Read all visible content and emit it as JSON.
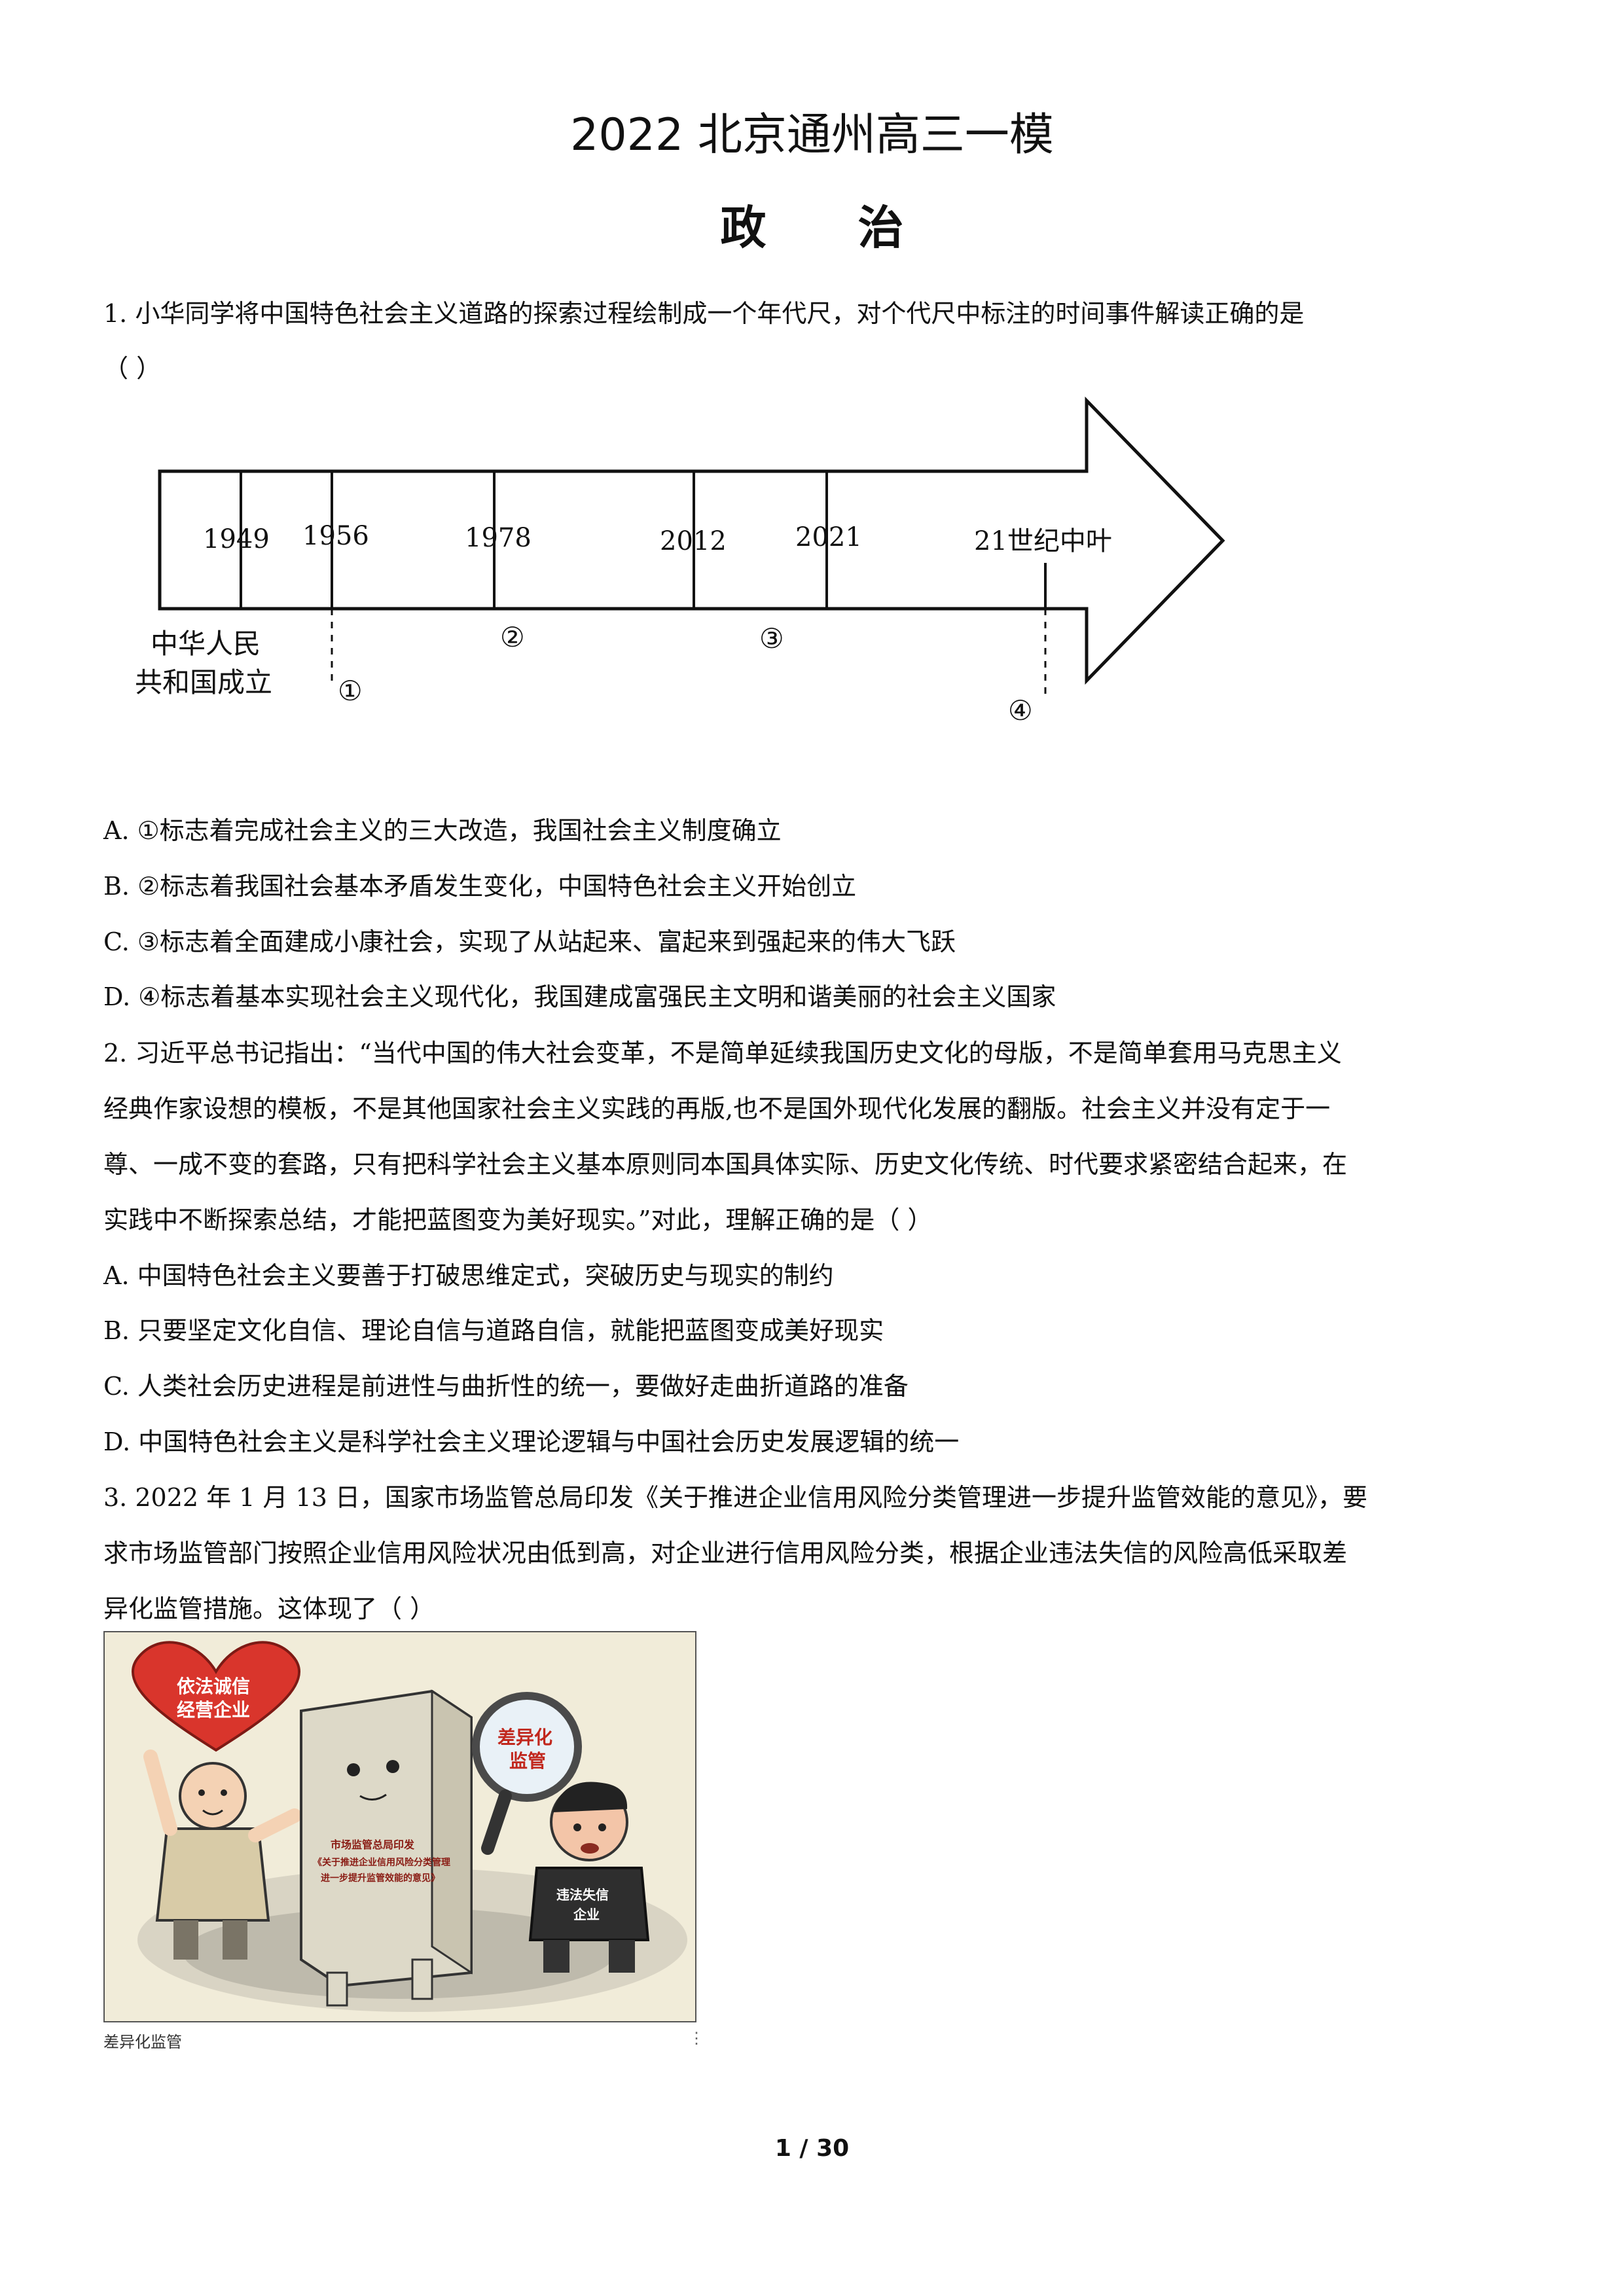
{
  "header": {
    "title": "2022 北京通州高三一模",
    "subject_a": "政",
    "subject_b": "治"
  },
  "q1": {
    "stem_line1": "1. 小华同学将中国特色社会主义道路的探索过程绘制成一个年代尺，对个代尺中标注的时间事件解读正确的是",
    "stem_line2": "（    ）",
    "timeline": {
      "years": [
        "1949",
        "1956",
        "1978",
        "2012",
        "2021",
        "21世纪中叶"
      ],
      "founding_label_line1": "中华人民",
      "founding_label_line2": "共和国成立",
      "markers": [
        "①",
        "②",
        "③",
        "④"
      ]
    },
    "options": [
      "A. ①标志着完成社会主义的三大改造，我国社会主义制度确立",
      "B. ②标志着我国社会基本矛盾发生变化，中国特色社会主义开始创立",
      "C. ③标志着全面建成小康社会，实现了从站起来、富起来到强起来的伟大飞跃",
      "D. ④标志着基本实现社会主义现代化，我国建成富强民主文明和谐美丽的社会主义国家"
    ]
  },
  "q2": {
    "stem_lines": [
      "2. 习近平总书记指出：“当代中国的伟大社会变革，不是简单延续我国历史文化的母版，不是简单套用马克思主义",
      "经典作家设想的模板，不是其他国家社会主义实践的再版,也不是国外现代化发展的翻版。社会主义并没有定于一",
      "尊、一成不变的套路，只有把科学社会主义基本原则同本国具体实际、历史文化传统、时代要求紧密结合起来，在",
      "实践中不断探索总结，才能把蓝图变为美好现实。”对此，理解正确的是（    ）"
    ],
    "options": [
      "A. 中国特色社会主义要善于打破思维定式，突破历史与现实的制约",
      "B. 只要坚定文化自信、理论自信与道路自信，就能把蓝图变成美好现实",
      "C. 人类社会历史进程是前进性与曲折性的统一，要做好走曲折道路的准备",
      "D. 中国特色社会主义是科学社会主义理论逻辑与中国社会历史发展逻辑的统一"
    ]
  },
  "q3": {
    "stem_lines": [
      "3. 2022 年 1 月 13 日，国家市场监管总局印发《关于推进企业信用风险分类管理进一步提升监管效能的意见》，要",
      "求市场监管部门按照企业信用风险状况由低到高，对企业进行信用风险分类，根据企业违法失信的风险高低采取差",
      "异化监管措施。这体现了（    ）"
    ],
    "cartoon": {
      "heart_text_1": "依法诚信",
      "heart_text_2": "经营企业",
      "magnifier_text_1": "差异化",
      "magnifier_text_2": "监管",
      "book_text_1": "市场监管总局印发",
      "book_text_2": "《关于推进企业信用风险分类管理",
      "book_text_3": "进一步提升监管效能的意见》",
      "shirt_text_1": "违法失信",
      "shirt_text_2": "企业"
    },
    "caption": "差异化监管",
    "caption_dots": "⋮"
  },
  "footer": {
    "page_number": "1 / 30"
  }
}
